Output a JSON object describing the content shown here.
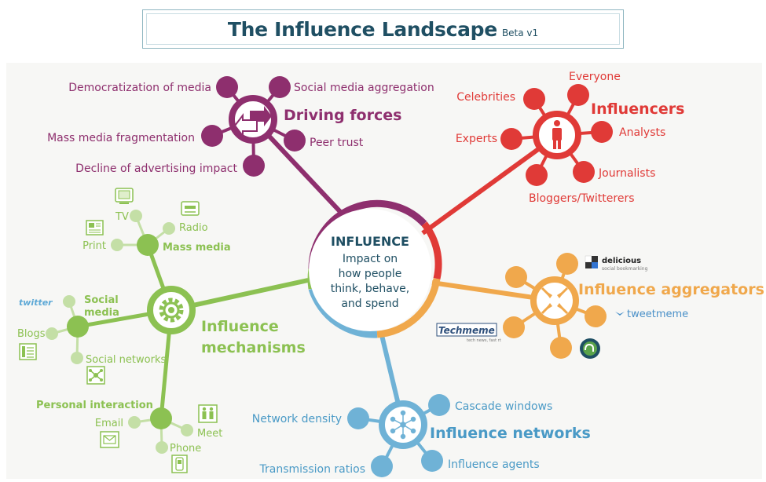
{
  "title": "The Influence Landscape",
  "version": "Beta v1",
  "center": {
    "heading": "INFLUENCE",
    "lines": [
      "Impact on",
      "how people",
      "think, behave,",
      "and spend"
    ]
  },
  "driving_forces": {
    "label": "Driving forces",
    "color": "#8e2f6e",
    "items": [
      "Democratization of media",
      "Social media aggregation",
      "Mass media fragmentation",
      "Peer trust",
      "Decline of advertising impact"
    ]
  },
  "influencers": {
    "label": "Influencers",
    "color": "#e03a37",
    "items": [
      "Everyone",
      "Celebrities",
      "Analysts",
      "Experts",
      "Journalists",
      "Bloggers/Twitterers"
    ]
  },
  "aggregators": {
    "label": "Influence aggregators",
    "color": "#f0a84c",
    "logos": [
      "delicious",
      "social bookmarking",
      "tweetmeme",
      "Techmeme",
      "tech news, fast rt"
    ]
  },
  "networks": {
    "label": "Influence networks",
    "color": "#6fb2d6",
    "items": [
      "Network density",
      "Cascade windows",
      "Transmission ratios",
      "Influence agents"
    ]
  },
  "mechanisms": {
    "label_line1": "Influence",
    "label_line2": "mechanisms",
    "color": "#8cc152",
    "mass_media": {
      "label": "Mass media",
      "items": [
        "TV",
        "Radio",
        "Print"
      ]
    },
    "social_media": {
      "label_line1": "Social",
      "label_line2": "media",
      "items": [
        "Blogs",
        "Social networks"
      ],
      "logo": "twitter"
    },
    "personal": {
      "label": "Personal interaction",
      "items": [
        "Email",
        "Meet",
        "Phone"
      ]
    }
  }
}
